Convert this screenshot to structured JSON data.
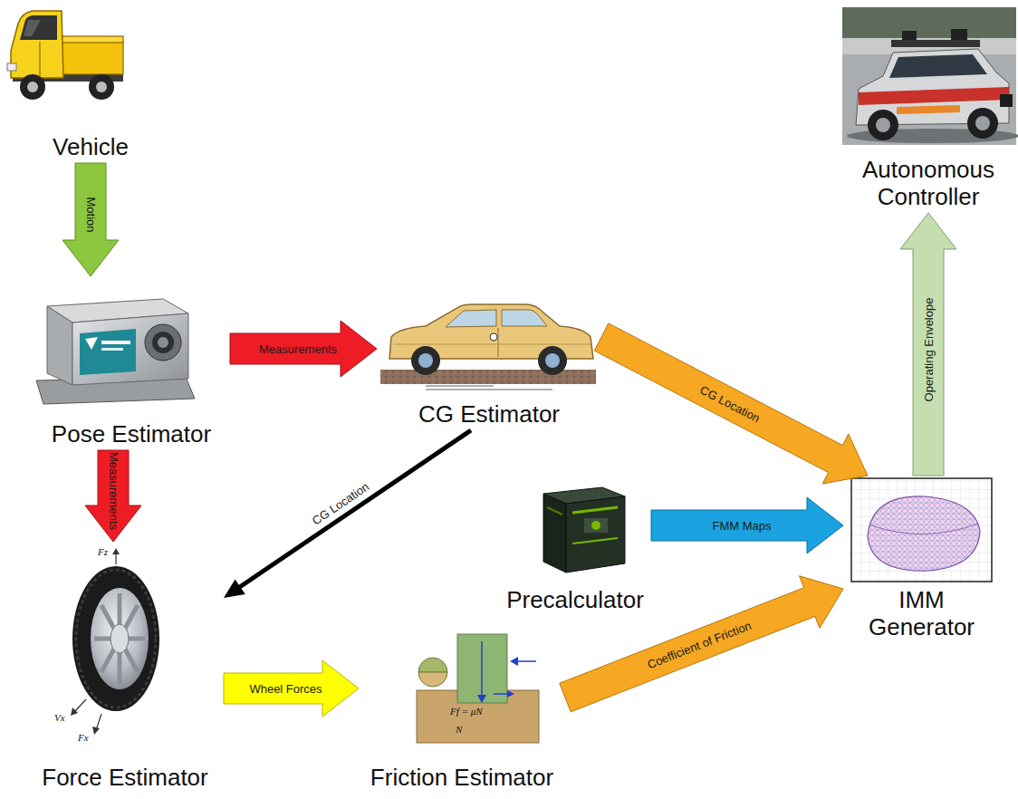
{
  "diagram": {
    "nodes": [
      {
        "text": [
          "Vehicle"
        ]
      },
      {
        "text": [
          "Autonomous Controller"
        ]
      },
      {
        "text": [
          "Pose Estimator"
        ]
      },
      {
        "text": [
          "CG Estimator"
        ]
      },
      {
        "text": [
          "Precalculator"
        ]
      },
      {
        "text": [
          "IMM Generator"
        ]
      },
      {
        "text": [
          "Force Estimator"
        ]
      },
      {
        "text": [
          "Friction Estimator"
        ]
      }
    ],
    "edges": [
      {
        "from": 0,
        "to": 2,
        "arrow": "to",
        "label": "Motion"
      },
      {
        "from": 2,
        "to": 3,
        "arrow": "to",
        "label": "Measurements"
      },
      {
        "from": 2,
        "to": 6,
        "arrow": "to",
        "label": "Measurements"
      },
      {
        "from": 3,
        "to": 5,
        "arrow": "to",
        "label": "CG Location"
      },
      {
        "from": 3,
        "to": 6,
        "arrow": "to",
        "label": "CG Location"
      },
      {
        "from": 4,
        "to": 5,
        "arrow": "to",
        "label": "FMM Maps"
      },
      {
        "from": 6,
        "to": 7,
        "arrow": "to",
        "label": "Wheel Forces"
      },
      {
        "from": 7,
        "to": 5,
        "arrow": "to",
        "label": "Coefficient of Friction"
      },
      {
        "from": 5,
        "to": 1,
        "arrow": "to",
        "label": "Operating Envelope"
      }
    ],
    "labels": [
      "Fz",
      "Vx",
      "Fx",
      "Ff = μN",
      "N"
    ]
  }
}
